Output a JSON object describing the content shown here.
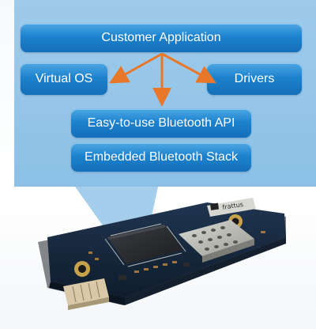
{
  "diagram": {
    "layers": {
      "customer_application": "Customer Application",
      "virtual_os": "Virtual OS",
      "drivers": "Drivers",
      "bluetooth_api": "Easy-to-use Bluetooth API",
      "bluetooth_stack": "Embedded Bluetooth Stack"
    },
    "arrow_color": "#e8772a",
    "layer_color": "#1d82ce",
    "panel_color": "#9fcbea"
  },
  "hardware": {
    "module_brand": "frattus"
  }
}
